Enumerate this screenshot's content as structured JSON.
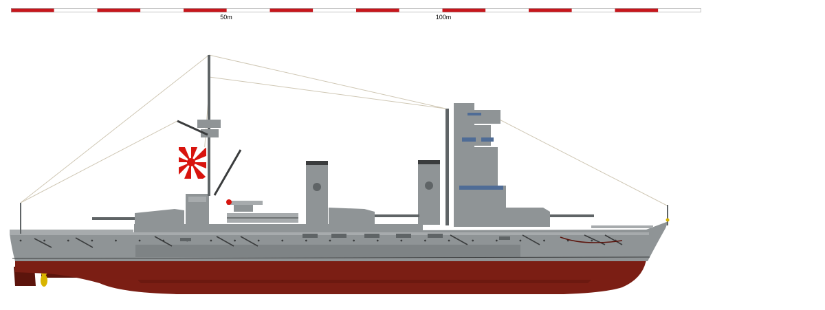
{
  "scale": {
    "labels": [
      "50m",
      "100m"
    ],
    "colors": {
      "red": "#c8161c",
      "white": "#ffffff",
      "outline": "#9a9a9a"
    },
    "segments": 16
  },
  "colors": {
    "hull_red": "#7b1e14",
    "hull_red_dark": "#5c140c",
    "hull_gray": "#8f9496",
    "hull_gray_light": "#a7abad",
    "hull_gray_dark": "#5f6466",
    "deck_line": "#3a3c3d",
    "window_blue": "#4f6c96",
    "rigging": "#cfc7b4",
    "propeller": "#d8b400",
    "flag_red": "#d8140e"
  },
  "flag": {
    "rays": 16
  },
  "portholes": {
    "count": 26
  }
}
